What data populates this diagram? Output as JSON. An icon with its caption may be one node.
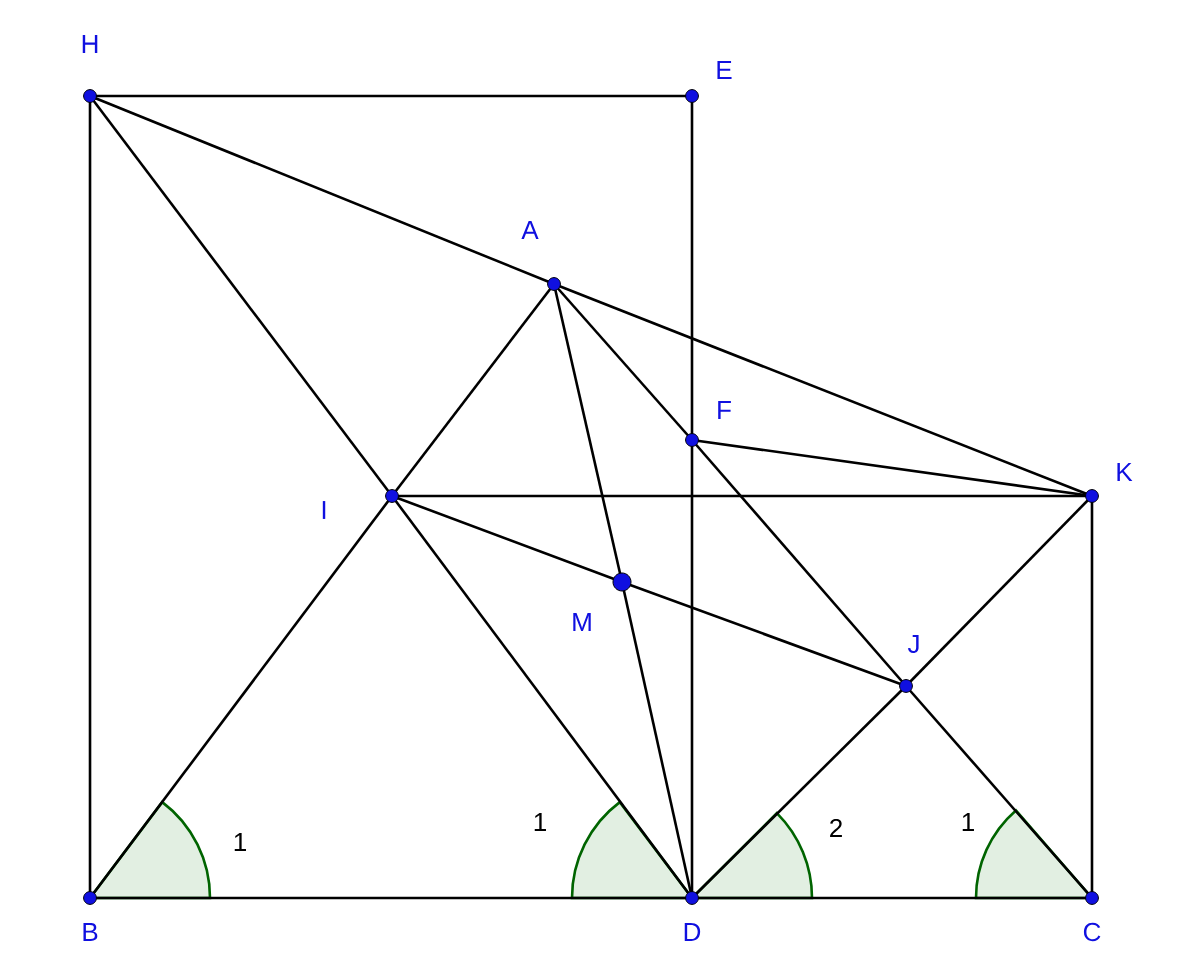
{
  "diagram": {
    "nodes": [
      {
        "text": [
          "H"
        ]
      },
      {
        "text": [
          "E"
        ]
      },
      {
        "text": [
          "A"
        ]
      },
      {
        "text": [
          "F"
        ]
      },
      {
        "text": [
          "K"
        ]
      },
      {
        "text": [
          "I"
        ]
      },
      {
        "text": [
          "M"
        ]
      },
      {
        "text": [
          "J"
        ]
      },
      {
        "text": [
          "B"
        ]
      },
      {
        "text": [
          "D"
        ]
      },
      {
        "text": [
          "C"
        ]
      }
    ],
    "edges": [
      {
        "from": 0,
        "to": 1,
        "arrow": "none"
      },
      {
        "from": 0,
        "to": 8,
        "arrow": "none"
      },
      {
        "from": 1,
        "to": 3,
        "arrow": "none"
      },
      {
        "from": 3,
        "to": 9,
        "arrow": "none"
      },
      {
        "from": 8,
        "to": 9,
        "arrow": "none"
      },
      {
        "from": 9,
        "to": 10,
        "arrow": "none"
      },
      {
        "from": 0,
        "to": 2,
        "arrow": "none"
      },
      {
        "from": 2,
        "to": 4,
        "arrow": "none"
      },
      {
        "from": 0,
        "to": 5,
        "arrow": "none"
      },
      {
        "from": 5,
        "to": 9,
        "arrow": "none"
      },
      {
        "from": 8,
        "to": 5,
        "arrow": "none"
      },
      {
        "from": 5,
        "to": 2,
        "arrow": "none"
      },
      {
        "from": 2,
        "to": 3,
        "arrow": "none"
      },
      {
        "from": 3,
        "to": 7,
        "arrow": "none"
      },
      {
        "from": 7,
        "to": 10,
        "arrow": "none"
      },
      {
        "from": 2,
        "to": 6,
        "arrow": "none"
      },
      {
        "from": 6,
        "to": 9,
        "arrow": "none"
      },
      {
        "from": 5,
        "to": 4,
        "arrow": "none"
      },
      {
        "from": 5,
        "to": 6,
        "arrow": "none"
      },
      {
        "from": 6,
        "to": 7,
        "arrow": "none"
      },
      {
        "from": 3,
        "to": 4,
        "arrow": "none"
      },
      {
        "from": 9,
        "to": 7,
        "arrow": "none"
      },
      {
        "from": 7,
        "to": 4,
        "arrow": "none"
      },
      {
        "from": 4,
        "to": 10,
        "arrow": "none"
      }
    ],
    "labels": [
      "1",
      "1",
      "2",
      "1"
    ]
  }
}
